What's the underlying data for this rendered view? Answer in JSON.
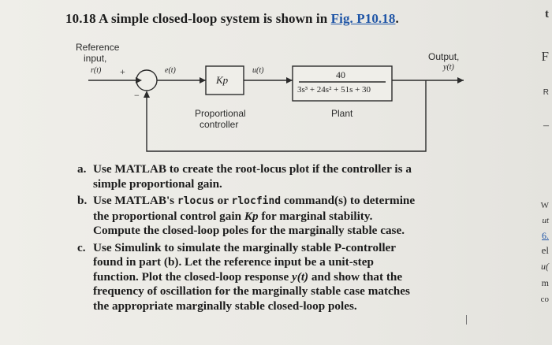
{
  "problem": {
    "number": "10.18",
    "text": "A simple closed-loop system is shown in",
    "figure_ref": "Fig. P10.18",
    "period": "."
  },
  "diagram": {
    "reference_input_label": [
      "Reference",
      "input,"
    ],
    "reference_signal": "r(t)",
    "plus_sign": "+",
    "minus_sign": "−",
    "error_signal": "e(t)",
    "controller_gain": "Kp",
    "control_signal": "u(t)",
    "plant_numerator": "40",
    "plant_denominator": "3s³ + 24s² + 51s + 30",
    "output_label": "Output,",
    "output_signal": "y(t)",
    "controller_caption": [
      "Proportional",
      "controller"
    ],
    "plant_caption": "Plant"
  },
  "parts": [
    {
      "label": "a.",
      "lines": [
        "Use MATLAB to create the root-locus plot if the controller is a",
        "simple proportional gain."
      ]
    },
    {
      "label": "b.",
      "line1_prefix": "Use MATLAB's",
      "code1": "rlocus",
      "line1_mid": "or",
      "code2": "rlocfind",
      "line1_suffix": "command(s) to determine",
      "line2_prefix": "the proportional control gain",
      "gain": "Kp",
      "line2_suffix": "for marginal stability.",
      "line3": "Compute the closed-loop poles for the marginally stable case."
    },
    {
      "label": "c.",
      "line1": "Use Simulink to simulate the marginally stable P-controller",
      "line2": "found in part (b). Let the reference input be a unit-step",
      "line3_prefix": "function. Plot the closed-loop response",
      "yt": "y(t)",
      "line3_suffix": "and show that the",
      "line4": "frequency of oscillation for the marginally stable case matches",
      "line5": "the appropriate marginally stable closed-loop poles."
    }
  ],
  "right_edge_fragments": [
    "t",
    "F",
    "R",
    "–",
    "W",
    "ut",
    "6.",
    "el",
    "u(",
    "m",
    "co"
  ]
}
